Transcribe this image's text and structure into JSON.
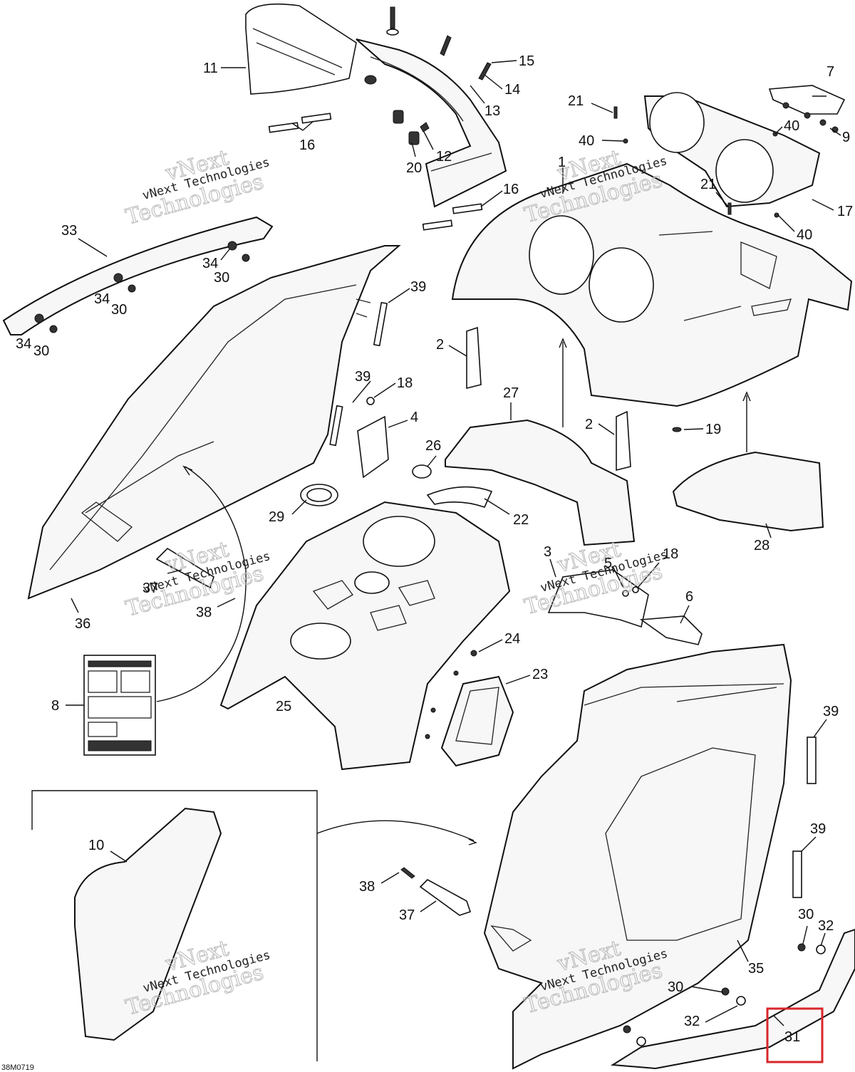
{
  "figure": {
    "code": "38M0719",
    "watermark_line1": "vNext",
    "watermark_line2": "Technologies",
    "watermark_small": "vNext Technologies",
    "highlighted_callout": "31",
    "highlight_color": "#d9262b"
  },
  "callouts": {
    "c1": "1",
    "c2a": "2",
    "c2b": "2",
    "c3": "3",
    "c4": "4",
    "c5": "5",
    "c6": "6",
    "c7": "7",
    "c8": "8",
    "c9": "9",
    "c10": "10",
    "c11": "11",
    "c12": "12",
    "c13": "13",
    "c14": "14",
    "c15": "15",
    "c16a": "16",
    "c16b": "16",
    "c17": "17",
    "c18a": "18",
    "c18b": "18",
    "c19": "19",
    "c20": "20",
    "c21a": "21",
    "c21b": "21",
    "c22": "22",
    "c23": "23",
    "c24": "24",
    "c25": "25",
    "c26": "26",
    "c27": "27",
    "c28": "28",
    "c29": "29",
    "c30a": "30",
    "c30b": "30",
    "c30c": "30",
    "c30d": "30",
    "c30e": "30",
    "c31": "31",
    "c32a": "32",
    "c32b": "32",
    "c33": "33",
    "c34a": "34",
    "c34b": "34",
    "c34c": "34",
    "c35": "35",
    "c36": "36",
    "c37a": "37",
    "c37b": "37",
    "c38a": "38",
    "c38b": "38",
    "c39a": "39",
    "c39b": "39",
    "c39c": "39",
    "c39d": "39",
    "c40a": "40",
    "c40b": "40",
    "c40c": "40"
  }
}
